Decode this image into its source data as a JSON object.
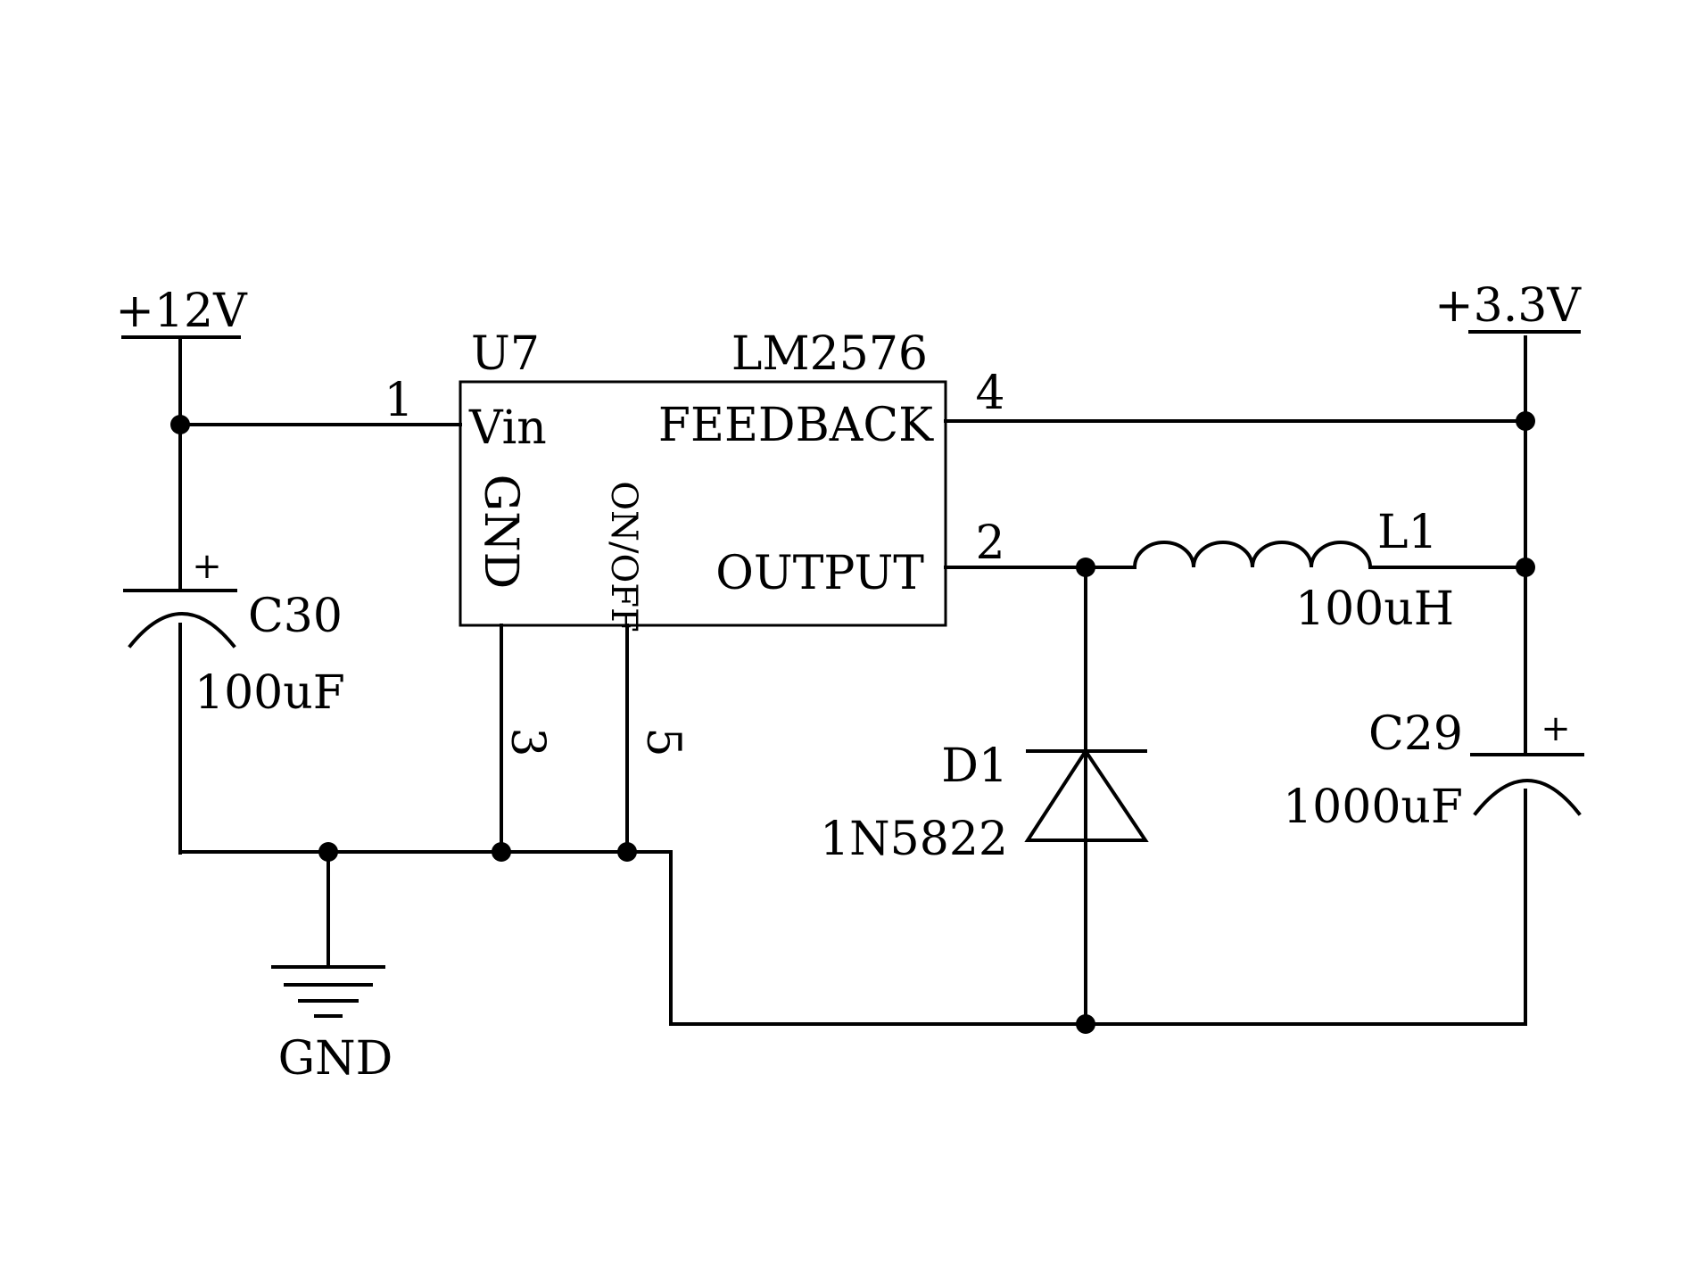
{
  "schematic": {
    "power": {
      "input_label": "+12V",
      "output_label": "+3.3V",
      "ground_label": "GND"
    },
    "regulator": {
      "ref": "U7",
      "part": "LM2576",
      "pins": {
        "vin": "Vin",
        "feedback": "FEEDBACK",
        "output": "OUTPUT",
        "gnd": "GND",
        "on_off": "ON/OFF"
      },
      "pin_numbers": {
        "vin": "1",
        "output": "2",
        "gnd": "3",
        "feedback": "4",
        "on_off": "5"
      }
    },
    "components": {
      "c30": {
        "ref": "C30",
        "value": "100uF",
        "polarity": "+"
      },
      "c29": {
        "ref": "C29",
        "value": "1000uF",
        "polarity": "+"
      },
      "l1": {
        "ref": "L1",
        "value": "100uH"
      },
      "d1": {
        "ref": "D1",
        "value": "1N5822"
      }
    }
  }
}
